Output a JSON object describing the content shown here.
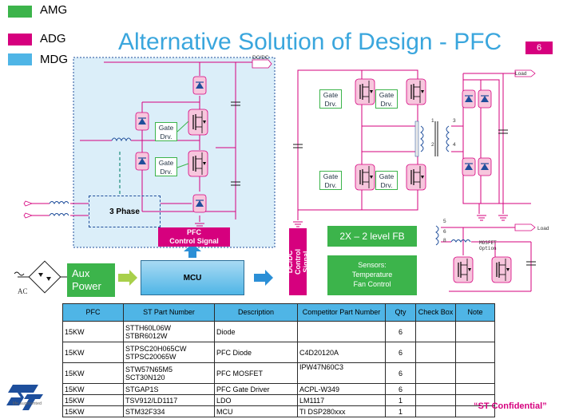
{
  "legend": [
    {
      "label": "AMG",
      "color": "#3cb44b"
    },
    {
      "label": "ADG",
      "color": "#d6007e"
    },
    {
      "label": "MDG",
      "color": "#4fb5e6"
    }
  ],
  "title": "Alternative Solution of Design - PFC",
  "page_number": "6",
  "schematic": {
    "dcdc_tag": "DC/DC",
    "gate_driver_label": "Gate\nDrv.",
    "three_phase_label": "3 Phase",
    "pfc_control_signal": "PFC\nControl Signal",
    "ac_label": "AC",
    "aux_power": "Aux\nPower",
    "mcu": "MCU",
    "dcdc_control_signal": "DC/DC\nControl Signal",
    "fb_label": "2X – 2 level FB",
    "sensors": "Sensors:\nTemperature\nFan Control",
    "load_top": "Load",
    "load_bottom": "Load",
    "transformer_pins_top": [
      "1",
      "2",
      "3",
      "4"
    ],
    "transformer_pins_bottom": [
      "5",
      "6",
      "8"
    ],
    "mosfet_option": "MOSFET\nOption"
  },
  "table": {
    "headers": [
      "PFC",
      "ST Part Number",
      "Description",
      "Competitor Part Number",
      "Qty",
      "Check Box",
      "Note"
    ],
    "rows": [
      [
        "15KW",
        "STTH60L06W\nSTBR6012W",
        "Diode",
        "",
        "6",
        "",
        ""
      ],
      [
        "15KW",
        "STPSC20H065CW\nSTPSC20065W",
        "PFC Diode",
        "C4D20120A",
        "6",
        "",
        ""
      ],
      [
        "15KW",
        "STW57N65M5\nSCT30N120",
        "PFC MOSFET",
        "IPW47N60C3",
        "6",
        "",
        ""
      ],
      [
        "15KW",
        "STGAP1S",
        "PFC Gate Driver",
        "ACPL-W349",
        "6",
        "",
        ""
      ],
      [
        "15KW",
        "TSV912/LD1117",
        "LDO",
        "LM1117",
        "1",
        "",
        ""
      ],
      [
        "15KW",
        "STM32F334",
        "MCU",
        "TI DSP280xxx",
        "1",
        "",
        ""
      ]
    ]
  },
  "footer": {
    "logo_tagline": "life.augmented",
    "confidential": "“ST Confidential”"
  }
}
